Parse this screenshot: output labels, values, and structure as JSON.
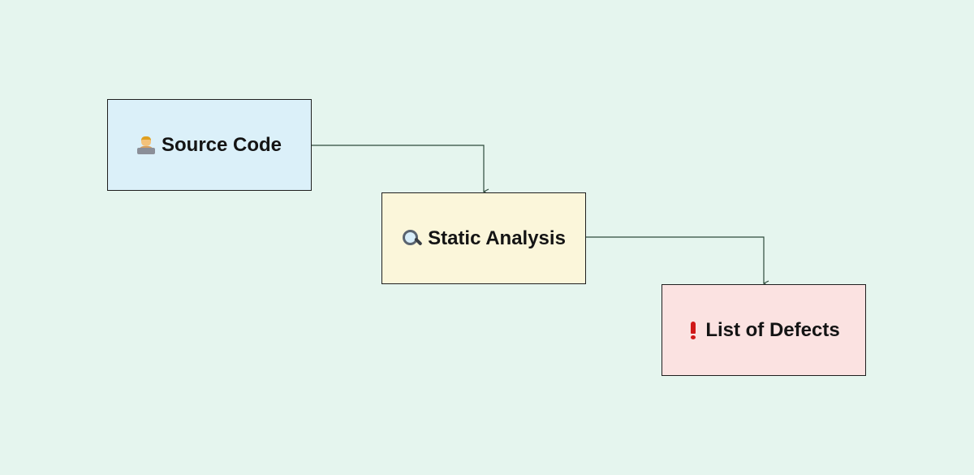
{
  "colors": {
    "background": "#e5f5ee",
    "connector": "#2e4a3c",
    "source_fill": "#dbf0f9",
    "analysis_fill": "#fbf6da",
    "defects_fill": "#fbe2e1"
  },
  "nodes": [
    {
      "id": "source",
      "icon": "developer-icon",
      "label": "Source Code"
    },
    {
      "id": "analysis",
      "icon": "magnifying-glass-icon",
      "label": "Static Analysis"
    },
    {
      "id": "defects",
      "icon": "exclamation-icon",
      "label": "List of Defects"
    }
  ],
  "edges": [
    {
      "from": "source",
      "to": "analysis"
    },
    {
      "from": "analysis",
      "to": "defects"
    }
  ]
}
